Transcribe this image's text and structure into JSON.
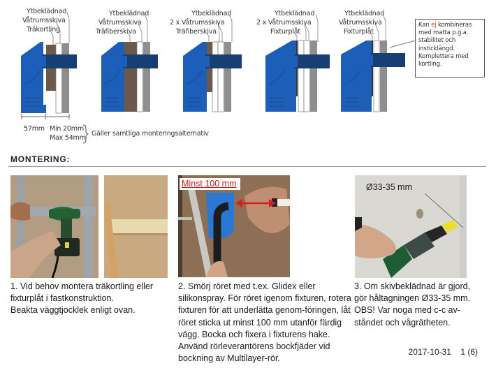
{
  "diagrams": [
    {
      "labels": [
        "Ytbeklädnad",
        "Våtrumsskiva",
        "Träkortling"
      ],
      "layers": [
        "kortling",
        "white",
        "gray"
      ]
    },
    {
      "labels": [
        "Ytbeklädnad",
        "Våtrumsskiva",
        "Träfiberskiva"
      ],
      "layers": [
        "brown",
        "white",
        "gray"
      ]
    },
    {
      "labels": [
        "Ytbeklädnad",
        "2 x Våtrumsskiva",
        "Träfiberskiva"
      ],
      "layers": [
        "brown-thin",
        "white",
        "white",
        "gray"
      ]
    },
    {
      "labels": [
        "Ytbeklädnad",
        "2 x Våtrumsskiva",
        "Fixturplåt"
      ],
      "layers": [
        "plate",
        "white",
        "white",
        "gray"
      ]
    },
    {
      "labels": [
        "Ytbeklädnad",
        "Våtrumsskiva",
        "Fixturplåt"
      ],
      "layers": [
        "plate",
        "white",
        "gray"
      ]
    }
  ],
  "note": {
    "prefix": "Kan ",
    "highlight": "ej",
    "suffix": " kombineras med matta p.g.a. stabilitet och insticklängd. Komplettera med kortling."
  },
  "dimensions": {
    "fixture_width": "57mm",
    "min": "Min 20mm",
    "max": "Max 54mm",
    "applies_to": "Gäller samtliga monteringsalternativ"
  },
  "section": {
    "title": "MONTERING:"
  },
  "steps": [
    {
      "text_line1": "1. Vid behov montera träkortling eller",
      "text_line2": "fixturplåt i fastkonstruktion.",
      "text_line3": "Beakta väggtjocklek enligt ovan."
    },
    {
      "overlay_label": "Minst 100 mm",
      "text": "2. Smörj röret med t.ex. Glidex eller silikonspray. För röret igenom fixturen, rotera fixturen för att underlätta genom-föringen, låt röret sticka ut minst 100 mm utanför färdig vägg. Bocka och fixera i fixturens hake. Använd rörleverantörens bockfjäder vid bockning av Multilayer-rör."
    },
    {
      "overlay_label": "Ø33-35 mm",
      "text": "3. Om skivbeklädnad är gjord, gör håltagningen Ø33-35 mm. OBS! Var noga med c-c av-ståndet och vågrätheten."
    }
  ],
  "footer": {
    "date": "2017-10-31",
    "page": "1 (6)"
  },
  "colors": {
    "fixture_blue": "#1d5fb8",
    "fixture_dark": "#173f74",
    "wood_brown": "#6b5a4c",
    "surface_gray": "#8e8e8e",
    "accent_red": "#d42020"
  }
}
